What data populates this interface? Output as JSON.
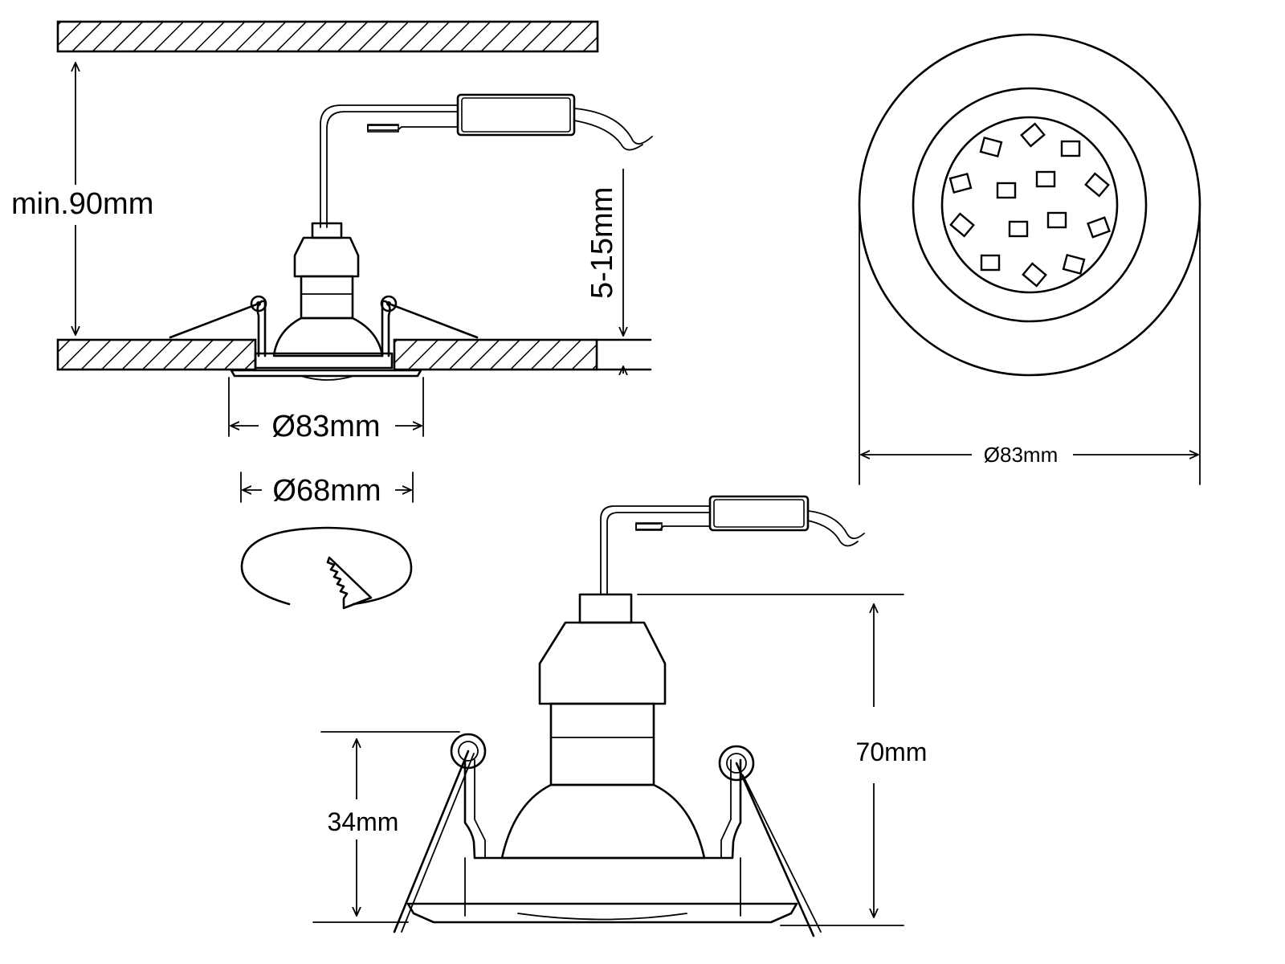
{
  "labels": {
    "min_depth": "min.90mm",
    "ceiling_thickness": "5-15mm",
    "outer_diameter_side": "Ø83mm",
    "cutout_diameter": "Ø68mm",
    "outer_diameter_top": "Ø83mm",
    "total_height": "70mm",
    "frame_height": "34mm"
  },
  "front_view": {
    "led_count": 14
  },
  "icons": {
    "hatch": "diagonal-hatch",
    "saw": "saw-blade-icon"
  }
}
